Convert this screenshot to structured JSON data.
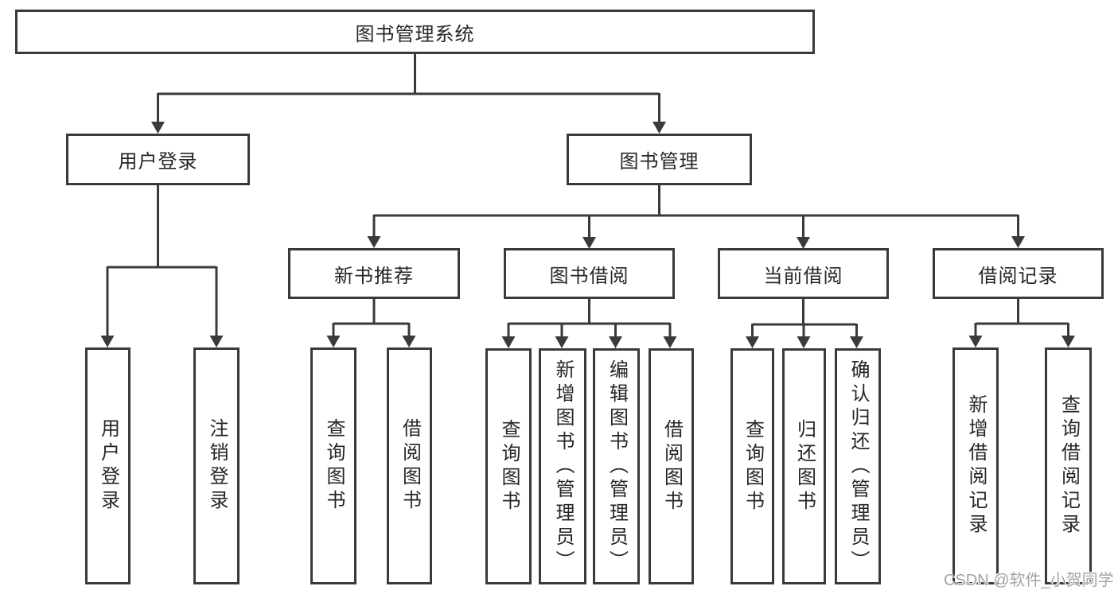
{
  "diagram": {
    "root": {
      "label": "图书管理系统"
    },
    "level2": [
      {
        "label": "用户登录"
      },
      {
        "label": "图书管理"
      }
    ],
    "level3": [
      {
        "label": "新书推荐"
      },
      {
        "label": "图书借阅"
      },
      {
        "label": "当前借阅"
      },
      {
        "label": "借阅记录"
      }
    ],
    "leaves": {
      "login": [
        {
          "label": "用户登录"
        },
        {
          "label": "注销登录"
        }
      ],
      "newbook": [
        {
          "label": "查询图书"
        },
        {
          "label": "借阅图书"
        }
      ],
      "borrow": [
        {
          "label": "查询图书"
        },
        {
          "label": "新增图书（管理员）"
        },
        {
          "label": "编辑图书（管理员）"
        },
        {
          "label": "借阅图书"
        }
      ],
      "current": [
        {
          "label": "查询图书"
        },
        {
          "label": "归还图书"
        },
        {
          "label": "确认归还（管理员）"
        }
      ],
      "records": [
        {
          "label": "新增借阅记录"
        },
        {
          "label": "查询借阅记录"
        }
      ]
    }
  },
  "watermark": {
    "text": "CSDN @软件_小贺同学"
  },
  "colors": {
    "line": "#3a3a3a",
    "text": "#262626",
    "watermark": "#a3a3a3",
    "background": "#ffffff"
  }
}
